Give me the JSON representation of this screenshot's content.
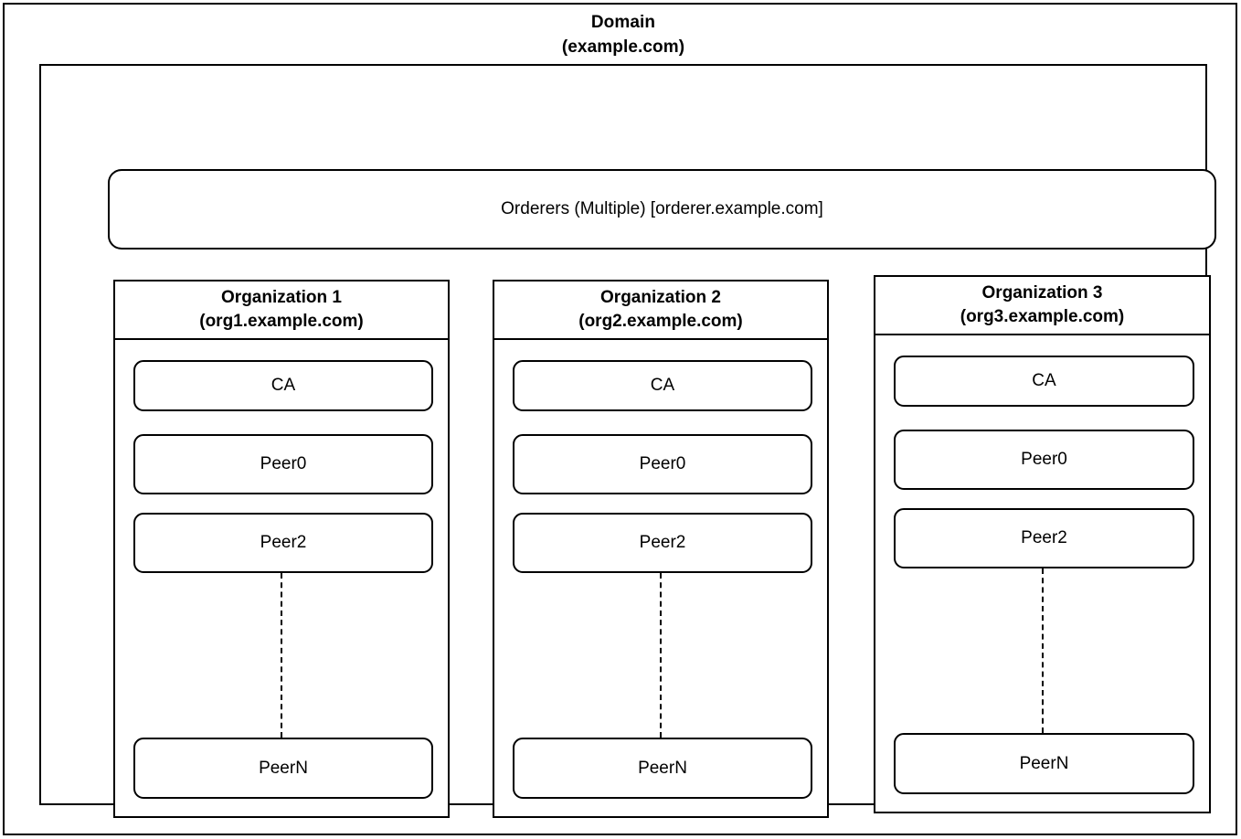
{
  "diagram": {
    "domain": {
      "title": "Domain",
      "subtitle": "(example.com)"
    },
    "orderers": {
      "label": "Orderers (Multiple) [orderer.example.com]"
    },
    "organizations": [
      {
        "title": "Organization 1",
        "subtitle": "(org1.example.com)",
        "nodes": {
          "ca": "CA",
          "peer0": "Peer0",
          "peer2": "Peer2",
          "peern": "PeerN"
        }
      },
      {
        "title": "Organization 2",
        "subtitle": "(org2.example.com)",
        "nodes": {
          "ca": "CA",
          "peer0": "Peer0",
          "peer2": "Peer2",
          "peern": "PeerN"
        }
      },
      {
        "title": "Organization 3",
        "subtitle": "(org3.example.com)",
        "nodes": {
          "ca": "CA",
          "peer0": "Peer0",
          "peer2": "Peer2",
          "peern": "PeerN"
        }
      }
    ],
    "colors": {
      "stroke": "#000000",
      "background": "#ffffff",
      "text": "#000000"
    }
  }
}
